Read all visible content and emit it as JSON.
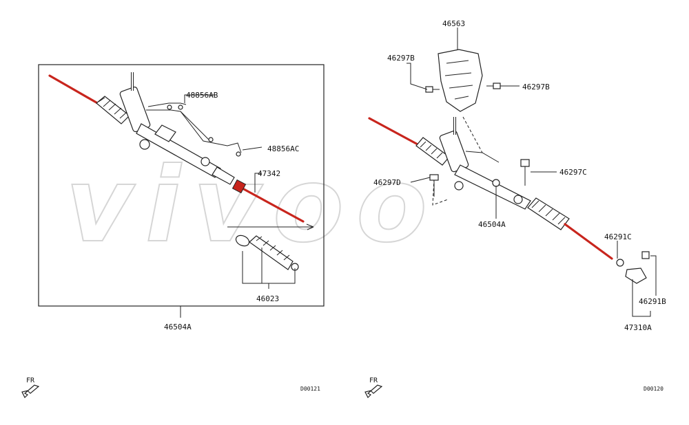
{
  "left_panel": {
    "labels": {
      "pipe_upper": "48856AB",
      "pipe_lower": "48856AC",
      "inner_tie_rod": "47342",
      "boot_kit": "46023",
      "assembly": "46504A"
    },
    "direction": "FR",
    "code": "D00121"
  },
  "right_panel": {
    "labels": {
      "heat_shield": "46563",
      "bolt_left_top": "46297B",
      "bolt_right_top": "46297B",
      "bolt_left_mid": "46297D",
      "bolt_right_mid": "46297C",
      "assembly": "46504A",
      "nut": "46291C",
      "tie_rod_end_boot": "46291B",
      "tie_rod_end": "47310A"
    },
    "direction": "FR",
    "code": "D00120"
  },
  "colors": {
    "highlight": "#c8251d",
    "line": "#222222",
    "watermark": "#d6d6d6"
  },
  "watermark_text": "vivoo"
}
